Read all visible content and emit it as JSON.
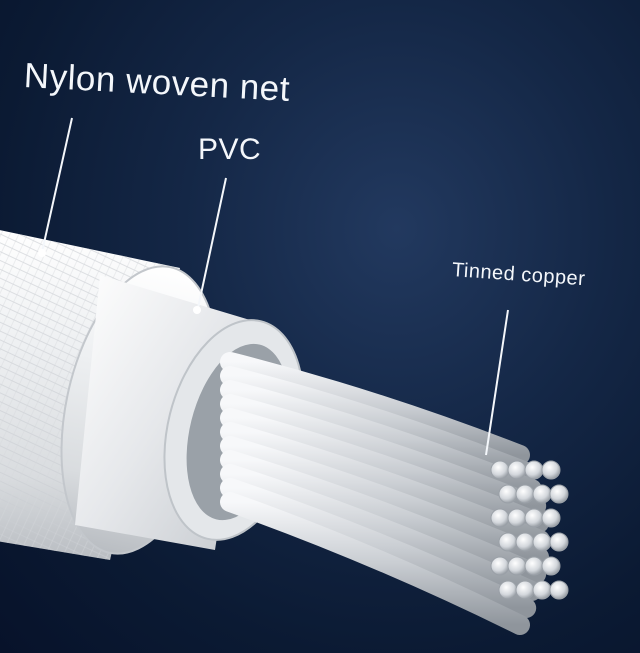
{
  "labels": {
    "nylon": "Nylon woven net",
    "pvc": "PVC",
    "copper": "Tinned copper"
  },
  "colors": {
    "background": "#0b1a33",
    "sheath": "#e9ecef",
    "insulation": "#d6d9dd",
    "copper_strand": "#cfd3d8",
    "label_text": "#f4f7fb"
  }
}
